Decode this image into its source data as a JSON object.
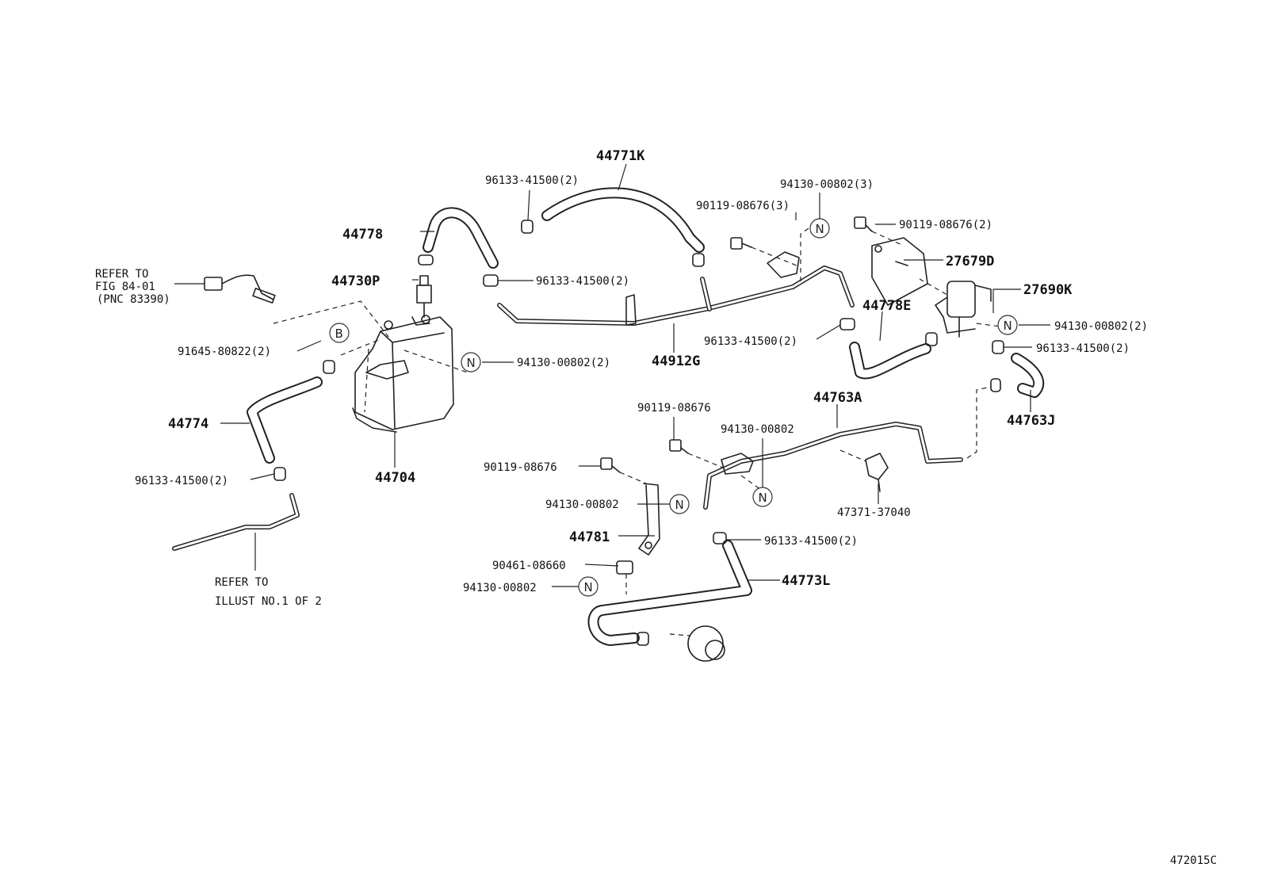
{
  "figure_code": "472015C",
  "callouts": [
    {
      "id": "44771K",
      "text": "44771K"
    },
    {
      "id": "96133-41500-2-top",
      "text": "96133-41500(2)"
    },
    {
      "id": "94130-00802-3",
      "text": "94130-00802(3)"
    },
    {
      "id": "90119-08676-3",
      "text": "90119-08676(3)"
    },
    {
      "id": "90119-08676-2",
      "text": "90119-08676(2)"
    },
    {
      "id": "44778",
      "text": "44778"
    },
    {
      "id": "27679D",
      "text": "27679D"
    },
    {
      "id": "44730P",
      "text": "44730P"
    },
    {
      "id": "96133-41500-2-mid",
      "text": "96133-41500(2)"
    },
    {
      "id": "27690K",
      "text": "27690K"
    },
    {
      "id": "44778E",
      "text": "44778E"
    },
    {
      "id": "94130-00802-2-right",
      "text": "94130-00802(2)"
    },
    {
      "id": "96133-41500-2-right",
      "text": "96133-41500(2)"
    },
    {
      "id": "91645-80822-2",
      "text": "91645-80822(2)"
    },
    {
      "id": "96133-41500-2-center",
      "text": "96133-41500(2)"
    },
    {
      "id": "94130-00802-2-center",
      "text": "94130-00802(2)"
    },
    {
      "id": "44912G",
      "text": "44912G"
    },
    {
      "id": "44763A",
      "text": "44763A"
    },
    {
      "id": "44763J",
      "text": "44763J"
    },
    {
      "id": "44774",
      "text": "44774"
    },
    {
      "id": "90119-08676-single",
      "text": "90119-08676"
    },
    {
      "id": "94130-00802-upper",
      "text": "94130-00802"
    },
    {
      "id": "44704",
      "text": "44704"
    },
    {
      "id": "96133-41500-2-left",
      "text": "96133-41500(2)"
    },
    {
      "id": "90119-08676-lower",
      "text": "90119-08676"
    },
    {
      "id": "94130-00802-lower",
      "text": "94130-00802"
    },
    {
      "id": "47371-37040",
      "text": "47371-37040"
    },
    {
      "id": "44781",
      "text": "44781"
    },
    {
      "id": "96133-41500-2-bottom",
      "text": "96133-41500(2)"
    },
    {
      "id": "90461-08660",
      "text": "90461-08660"
    },
    {
      "id": "44773L",
      "text": "44773L"
    },
    {
      "id": "94130-00802-bottom",
      "text": "94130-00802"
    }
  ],
  "notes": {
    "refer_fig": [
      "REFER TO",
      "FIG 84-01",
      "(PNC 83390)"
    ],
    "refer_illust": [
      "REFER TO",
      "ILLUST NO.1 OF 2"
    ]
  },
  "symbols": {
    "n": "N",
    "b": "B"
  }
}
